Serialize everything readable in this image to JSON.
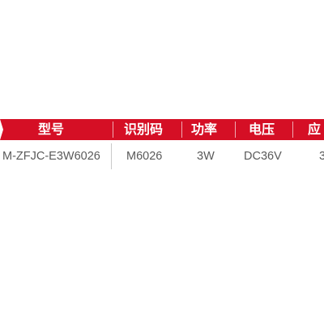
{
  "header": {
    "accent_color": "#d50f25",
    "columns": [
      "型号",
      "识别码",
      "功率",
      "电压",
      "应"
    ]
  },
  "row": {
    "model": "M-ZFJC-E3W6026",
    "code": "M6026",
    "power": "3W",
    "voltage": "DC36V",
    "partial": "3"
  }
}
